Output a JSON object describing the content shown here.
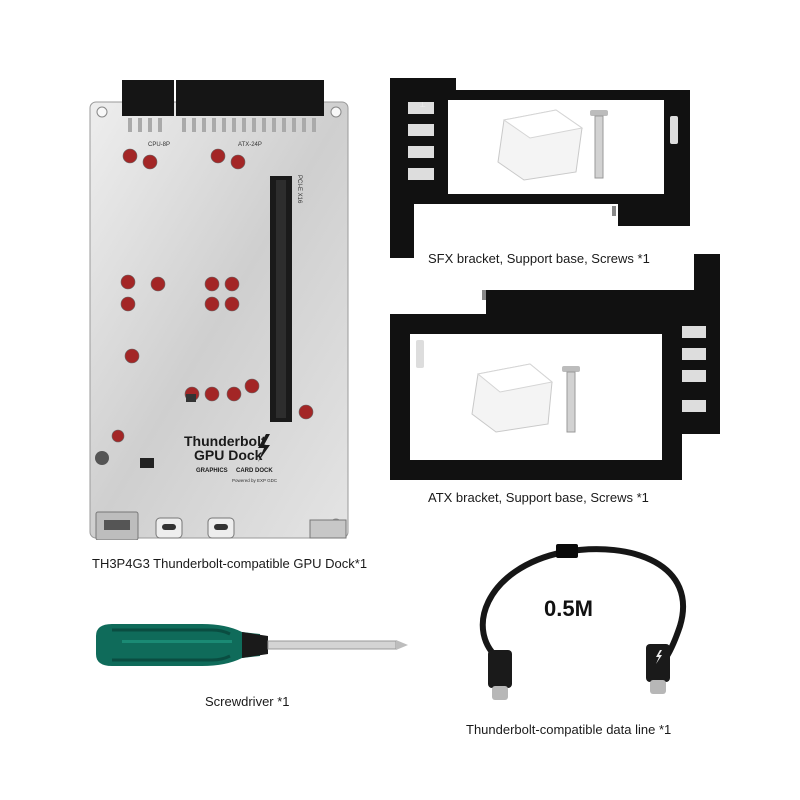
{
  "items": {
    "dock": {
      "caption": "TH3P4G3 Thunderbolt-compatible GPU Dock*1",
      "brand_line1": "Thunderbolt",
      "brand_line2": "GPU Dock",
      "sub1": "GRAPHICS",
      "sub2": "CARD DOCK",
      "powered": "Powered by EXP GDC",
      "slot_label": "PCI-E X16",
      "conn_a": "CPU-8P",
      "conn_b": "ATX-24P"
    },
    "sfx": {
      "caption": "SFX bracket, Support base, Screws  *1"
    },
    "atx": {
      "caption": "ATX bracket, Support base, Screws  *1"
    },
    "screwdriver": {
      "caption": "Screwdriver *1"
    },
    "cable": {
      "caption": "Thunderbolt-compatible data line *1",
      "length_label": "0.5M"
    }
  },
  "colors": {
    "bracket": "#111111",
    "board": "#d9d9d9",
    "handle": "#0f6b5a",
    "support_base": "#f4f4f4"
  }
}
